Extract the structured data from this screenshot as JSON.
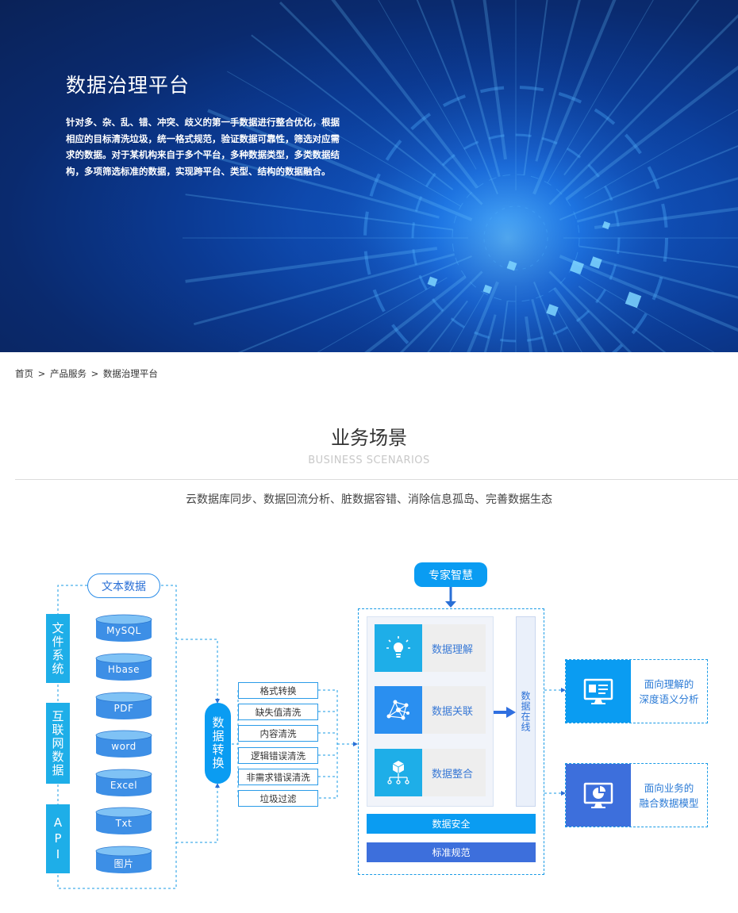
{
  "hero": {
    "title": "数据治理平台",
    "description": "针对多、杂、乱、错、冲突、歧义的第一手数据进行整合优化，根据相应的目标清洗垃圾，统一格式规范，验证数据可靠性，筛选对应需求的数据。对于某机构来自于多个平台，多种数据类型，多类数据结构，多项筛选标准的数据，实现跨平台、类型、结构的数据融合。"
  },
  "breadcrumb": {
    "home": "首页",
    "sep": ">",
    "products": "产品服务",
    "current": "数据治理平台"
  },
  "section": {
    "title": "业务场景",
    "subtitle": "BUSINESS SCENARIOS",
    "description": "云数据库同步、数据回流分析、脏数据容错、消除信息孤岛、完善数据生态"
  },
  "diagram": {
    "text_data_label": "文本数据",
    "sources": [
      "文件系统",
      "互联网数据",
      "API"
    ],
    "databases": [
      "MySQL",
      "Hbase",
      "PDF",
      "word",
      "Excel",
      "Txt",
      "图片"
    ],
    "transform_label": "数据转换",
    "steps": [
      "格式转换",
      "缺失值清洗",
      "内容清洗",
      "逻辑错误清洗",
      "非需求错误清洗",
      "垃圾过滤"
    ],
    "expert_label": "专家智慧",
    "cards": [
      "数据理解",
      "数据关联",
      "数据整合"
    ],
    "online_label": "数据在线",
    "security_label": "数据安全",
    "standard_label": "标准规范",
    "outputs": [
      {
        "line1": "面向理解的",
        "line2": "深度语义分析"
      },
      {
        "line1": "面向业务的",
        "line2": "融合数据模型"
      }
    ]
  },
  "colors": {
    "cyan": "#1eaee8",
    "blue": "#2f6fe0",
    "light_blue": "#0a9cf2",
    "hero_bg": "#0a2a6e"
  }
}
